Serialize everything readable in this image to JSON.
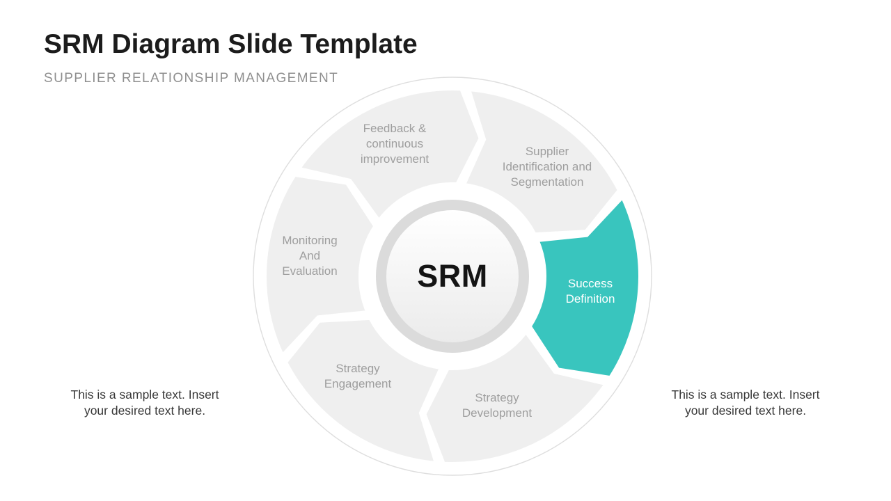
{
  "slide": {
    "title": "SRM Diagram Slide Template",
    "subtitle": "SUPPLIER RELATIONSHIP MANAGEMENT"
  },
  "diagram": {
    "center_label": "SRM",
    "accent_color": "#39C5BE",
    "segment_fill": "#EFEFEF",
    "segment_text_color": "#9E9E9E",
    "highlight_text_color": "#FFFFFF",
    "ring_color": "#DBDBDB",
    "rim_color": "#DEDEDE",
    "segments": [
      {
        "label": "Feedback &\ncontinuous\nimprovement",
        "highlighted": false
      },
      {
        "label": "Supplier\nIdentification and\nSegmentation",
        "highlighted": false
      },
      {
        "label": "Success\nDefinition",
        "highlighted": true
      },
      {
        "label": "Strategy\nDevelopment",
        "highlighted": false
      },
      {
        "label": "Strategy\nEngagement",
        "highlighted": false
      },
      {
        "label": "Monitoring\nAnd\nEvaluation",
        "highlighted": false
      }
    ]
  },
  "annotations": {
    "left_text": "This is a sample text. Insert\nyour desired text here.",
    "right_text": "This is a sample text. Insert\nyour desired text here."
  }
}
